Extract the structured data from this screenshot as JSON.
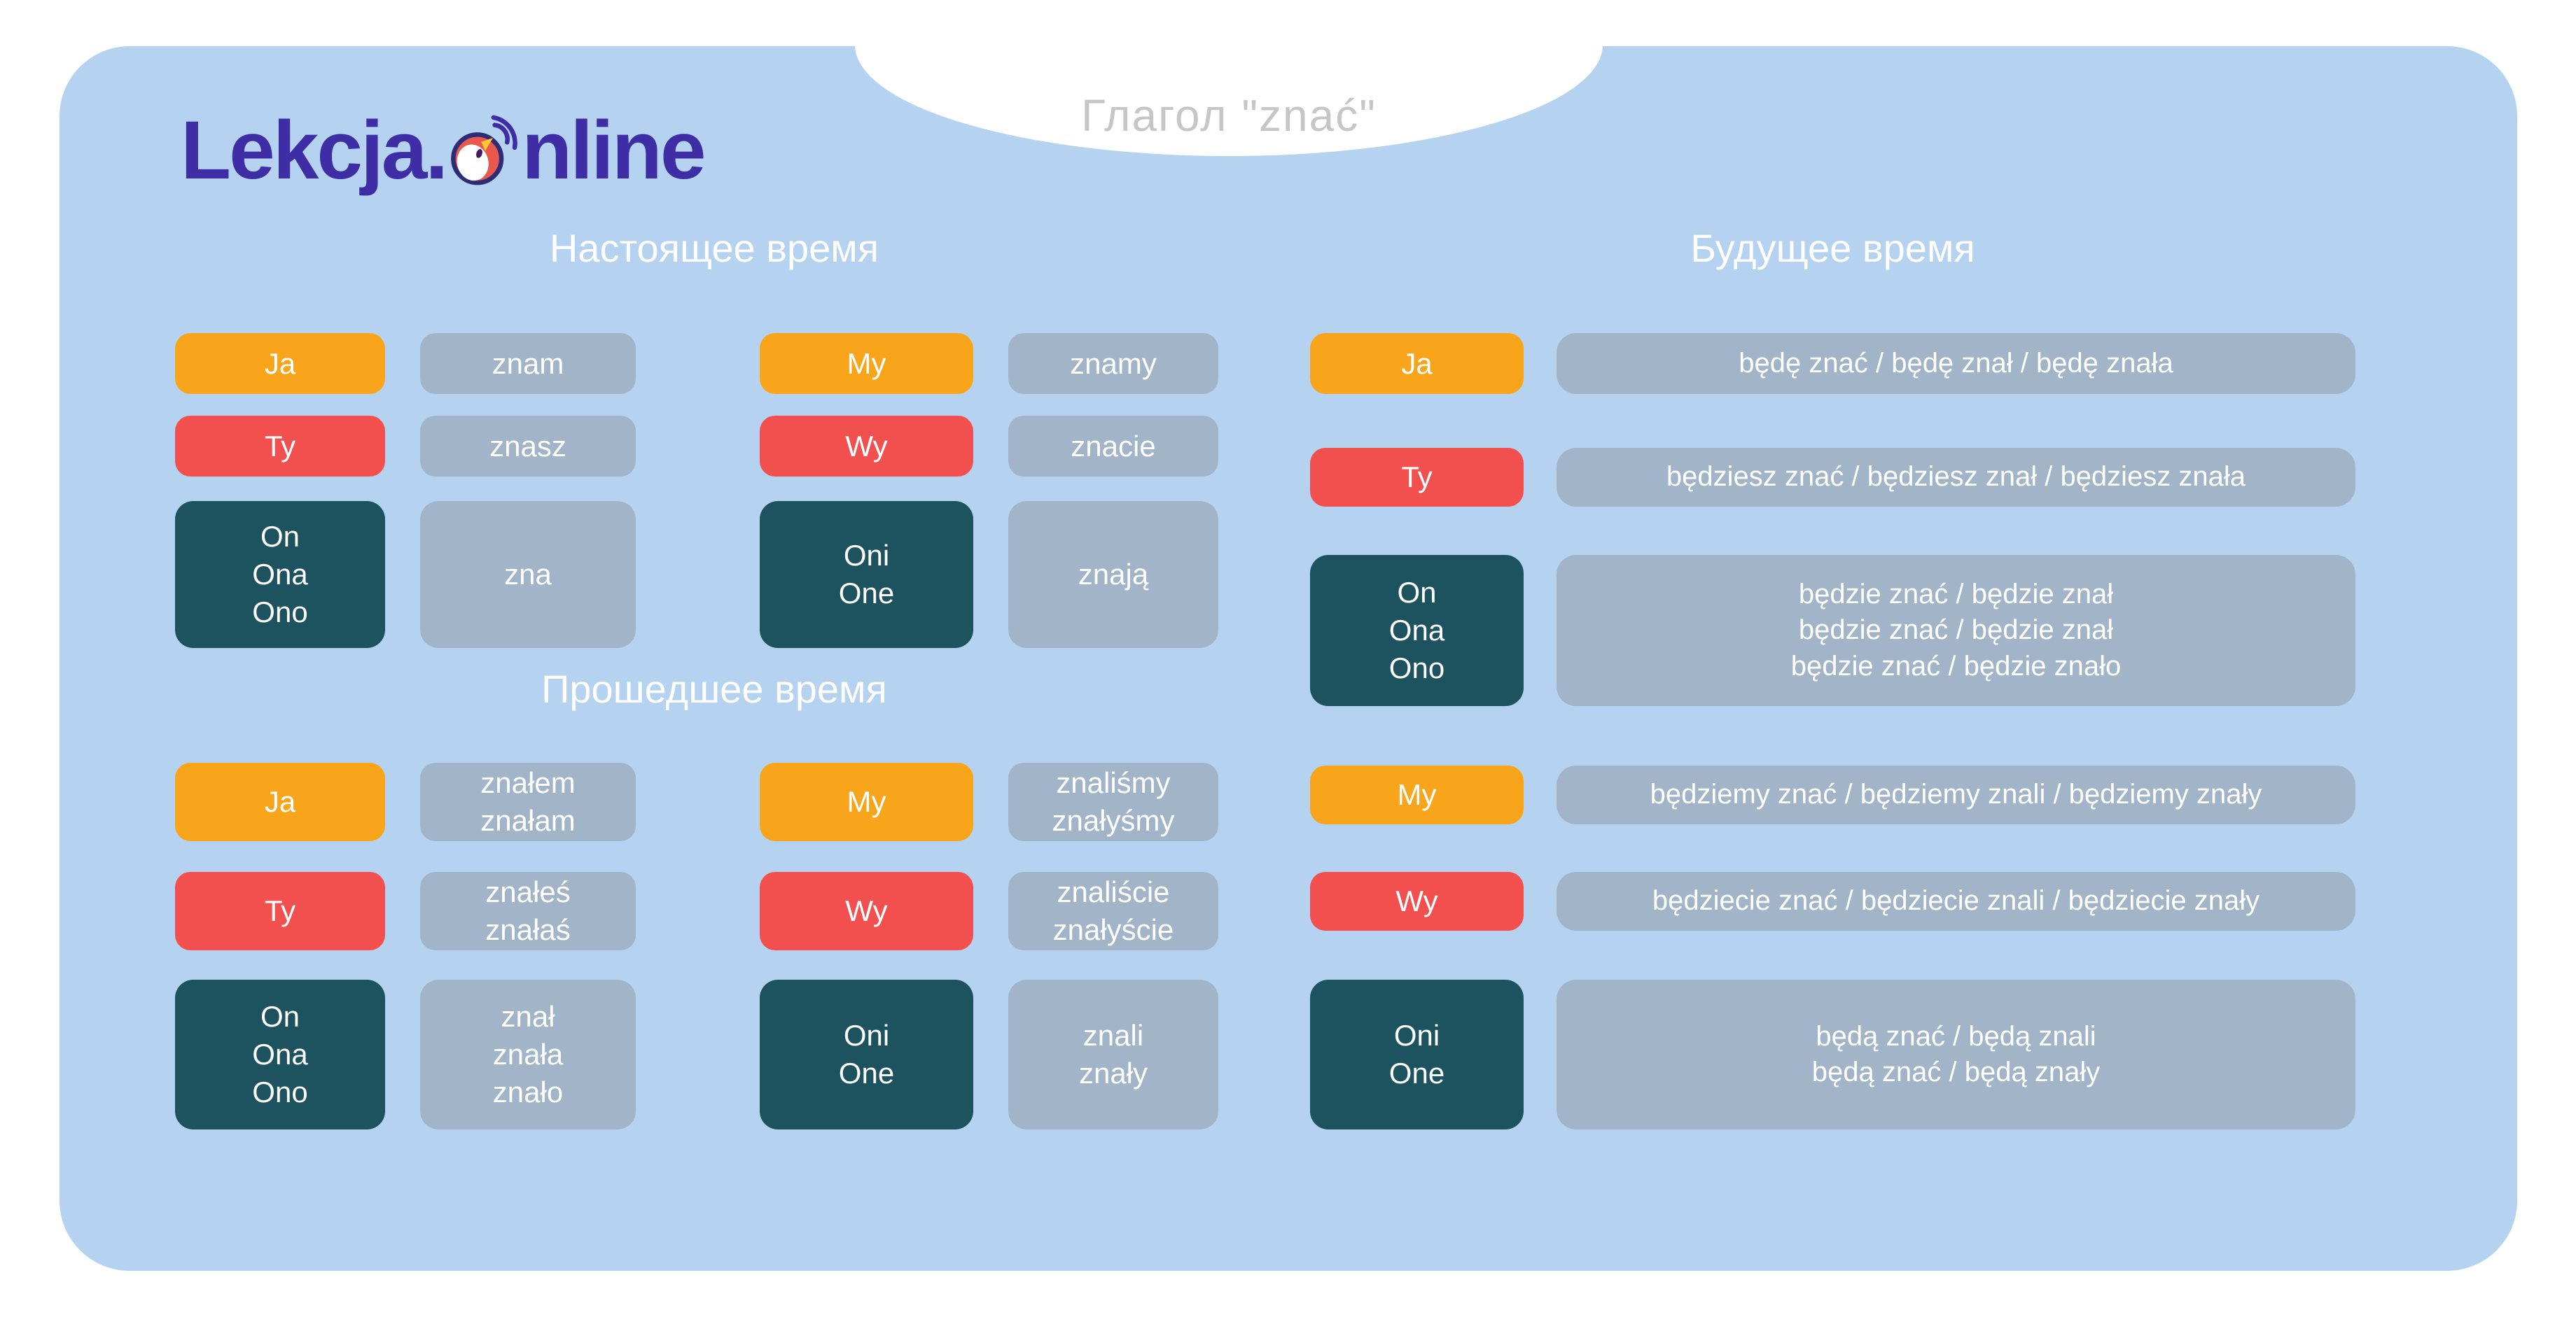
{
  "title": "Глагол \"znać\"",
  "logo": {
    "text_left": "Lekcja.",
    "text_right": "nline",
    "bird_icon": "bird-speaking-icon"
  },
  "colors": {
    "page_bg": "#ffffff",
    "panel_bg": "#b5d3f0",
    "title_text": "#c6c6c6",
    "header_text": "#ffffff",
    "cell_text": "#ffffff",
    "logo_text": "#3e2da4",
    "pronoun_orange": "#f9a51b",
    "pronoun_red": "#f2504f",
    "pronoun_teal": "#1d525f",
    "form_box_bg": "#a2b5c8"
  },
  "sections": {
    "present": {
      "header": "Настоящее время",
      "rows": [
        {
          "pronoun": "Ja",
          "form": "znam"
        },
        {
          "pronoun": "Ty",
          "form": "znasz"
        },
        {
          "pronoun": "On\nOna\nOno",
          "form": "zna"
        },
        {
          "pronoun": "My",
          "form": "znamy"
        },
        {
          "pronoun": "Wy",
          "form": "znacie"
        },
        {
          "pronoun": "Oni\nOne",
          "form": "znają"
        }
      ]
    },
    "past": {
      "header": "Прошедшее время",
      "rows": [
        {
          "pronoun": "Ja",
          "form": "znałem\nznałam"
        },
        {
          "pronoun": "Ty",
          "form": "znałeś\nznałaś"
        },
        {
          "pronoun": "On\nOna\nOno",
          "form": "znał\nznała\nznało"
        },
        {
          "pronoun": "My",
          "form": "znaliśmy\nznałyśmy"
        },
        {
          "pronoun": "Wy",
          "form": "znaliście\nznałyście"
        },
        {
          "pronoun": "Oni\nOne",
          "form": "znali\nznały"
        }
      ]
    },
    "future": {
      "header": "Будущее время",
      "rows": [
        {
          "pronoun": "Ja",
          "form": "będę znać / będę znał / będę znała"
        },
        {
          "pronoun": "Ty",
          "form": "będziesz znać / będziesz znał / będziesz znała"
        },
        {
          "pronoun": "On\nOna\nOno",
          "form": "będzie znać / będzie znał\nbędzie znać / będzie znał\nbędzie znać / będzie znało"
        },
        {
          "pronoun": "My",
          "form": "będziemy znać / będziemy znali / będziemy znały"
        },
        {
          "pronoun": "Wy",
          "form": "będziecie znać / będziecie znali / będziecie znały"
        },
        {
          "pronoun": "Oni\nOne",
          "form": "będą znać / będą znali\nbędą znać / będą znały"
        }
      ]
    }
  }
}
